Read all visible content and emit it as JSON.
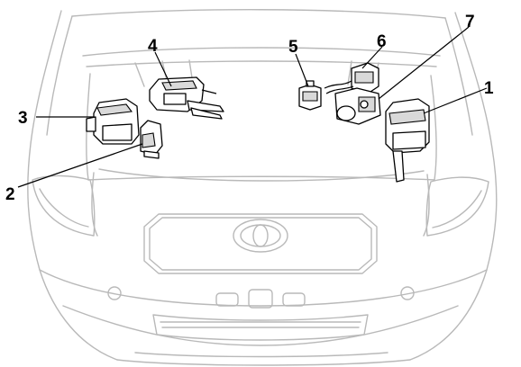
{
  "callouts": [
    {
      "id": "1",
      "label": "1"
    },
    {
      "id": "2",
      "label": "2"
    },
    {
      "id": "3",
      "label": "3"
    },
    {
      "id": "4",
      "label": "4"
    },
    {
      "id": "5",
      "label": "5"
    },
    {
      "id": "6",
      "label": "6"
    },
    {
      "id": "7",
      "label": "7"
    }
  ],
  "colors": {
    "linework": "#000000",
    "car_outline": "#b9b9b9",
    "background": "#ffffff"
  }
}
